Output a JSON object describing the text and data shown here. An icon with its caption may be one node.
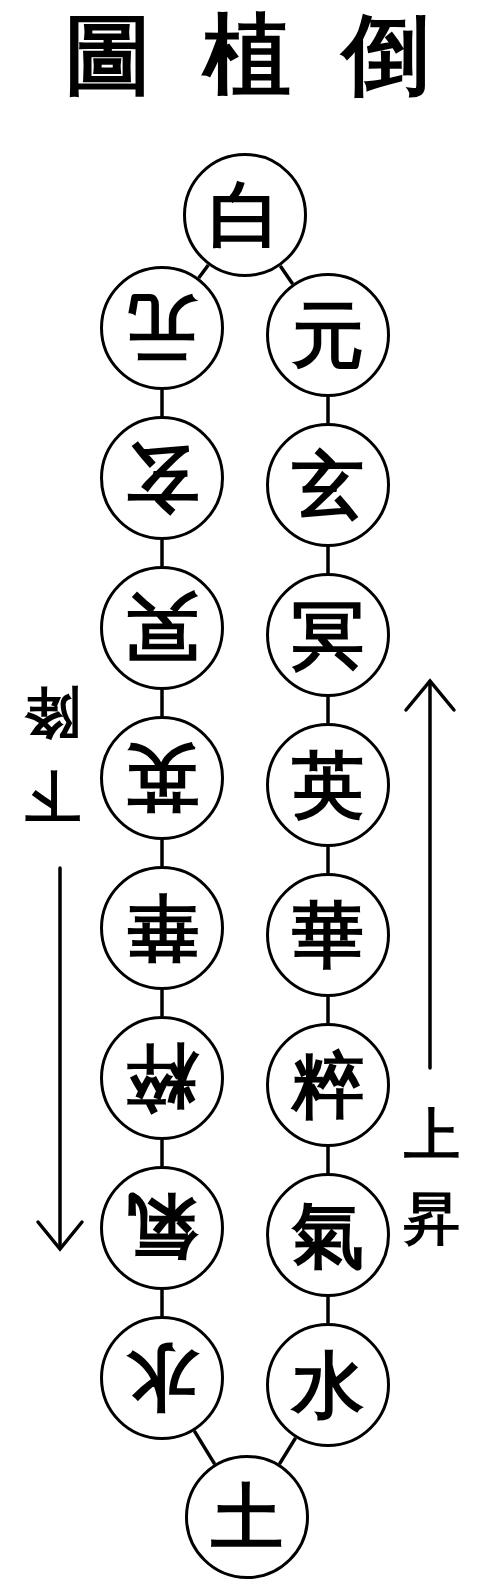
{
  "diagram": {
    "title": "圖植倒",
    "nodes": [
      {
        "text": [
          "白"
        ]
      },
      {
        "text": [
          "元"
        ]
      },
      {
        "text": [
          "玄"
        ]
      },
      {
        "text": [
          "冥"
        ]
      },
      {
        "text": [
          "英"
        ]
      },
      {
        "text": [
          "華"
        ]
      },
      {
        "text": [
          "粹"
        ]
      },
      {
        "text": [
          "氣"
        ]
      },
      {
        "text": [
          "水"
        ]
      },
      {
        "text": [
          "元"
        ]
      },
      {
        "text": [
          "玄"
        ]
      },
      {
        "text": [
          "冥"
        ]
      },
      {
        "text": [
          "英"
        ]
      },
      {
        "text": [
          "華"
        ]
      },
      {
        "text": [
          "粹"
        ]
      },
      {
        "text": [
          "氣"
        ]
      },
      {
        "text": [
          "水"
        ]
      },
      {
        "text": [
          "土"
        ]
      }
    ],
    "edges": [
      {
        "from": 0,
        "to": 1,
        "arrow": "none"
      },
      {
        "from": 0,
        "to": 9,
        "arrow": "none"
      },
      {
        "from": 1,
        "to": 2,
        "arrow": "none"
      },
      {
        "from": 2,
        "to": 3,
        "arrow": "none"
      },
      {
        "from": 3,
        "to": 4,
        "arrow": "none"
      },
      {
        "from": 4,
        "to": 5,
        "arrow": "none"
      },
      {
        "from": 5,
        "to": 6,
        "arrow": "none"
      },
      {
        "from": 6,
        "to": 7,
        "arrow": "none"
      },
      {
        "from": 7,
        "to": 8,
        "arrow": "none"
      },
      {
        "from": 8,
        "to": 17,
        "arrow": "none"
      },
      {
        "from": 9,
        "to": 10,
        "arrow": "none"
      },
      {
        "from": 10,
        "to": 11,
        "arrow": "none"
      },
      {
        "from": 11,
        "to": 12,
        "arrow": "none"
      },
      {
        "from": 12,
        "to": 13,
        "arrow": "none"
      },
      {
        "from": 13,
        "to": 14,
        "arrow": "none"
      },
      {
        "from": 14,
        "to": 15,
        "arrow": "none"
      },
      {
        "from": 15,
        "to": 16,
        "arrow": "none"
      },
      {
        "from": 16,
        "to": 17,
        "arrow": "none"
      }
    ],
    "labels": [
      "下降",
      "上昇"
    ]
  }
}
